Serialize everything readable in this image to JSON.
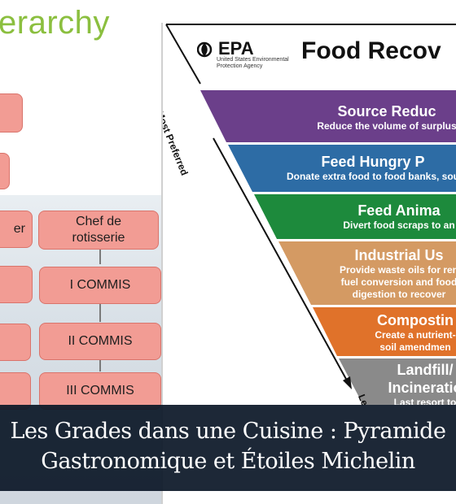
{
  "hierarchy": {
    "title": "erarchy",
    "boxes": {
      "chef_de_rotisserie": "Chef de rotisserie",
      "commis_1": "I COMMIS",
      "commis_2": "II COMMIS",
      "commis_3": "III COMMIS",
      "left_partial": "er"
    }
  },
  "epa": {
    "logo": "EPA",
    "agency": "United States Environmental Protection Agency",
    "title": "Food Recov",
    "most_preferred": "Most Preferred",
    "least": "Le",
    "tiers": [
      {
        "title": "Source Reduc",
        "desc": "Reduce the volume of surplus",
        "color": "#6b3f8a"
      },
      {
        "title": "Feed Hungry P",
        "desc": "Donate extra food to food banks, sou",
        "color": "#2d6ca5"
      },
      {
        "title": "Feed Anima",
        "desc": "Divert food scraps to an",
        "color": "#1d8a3c"
      },
      {
        "title": "Industrial Us",
        "desc": "Provide waste oils for ren|fuel conversion and food|digestion to recover",
        "color": "#d49a63"
      },
      {
        "title": "Compostin",
        "desc": "Create a nutrient-|soil amendmen",
        "color": "#e0722a"
      },
      {
        "title": "Landfill/|Incineratio",
        "desc": "Last resort to",
        "color": "#8a8a8a"
      }
    ]
  },
  "caption": {
    "line1": "Les Grades dans une Cuisine : Pyramide",
    "line2": "Gastronomique et Étoiles Michelin"
  }
}
